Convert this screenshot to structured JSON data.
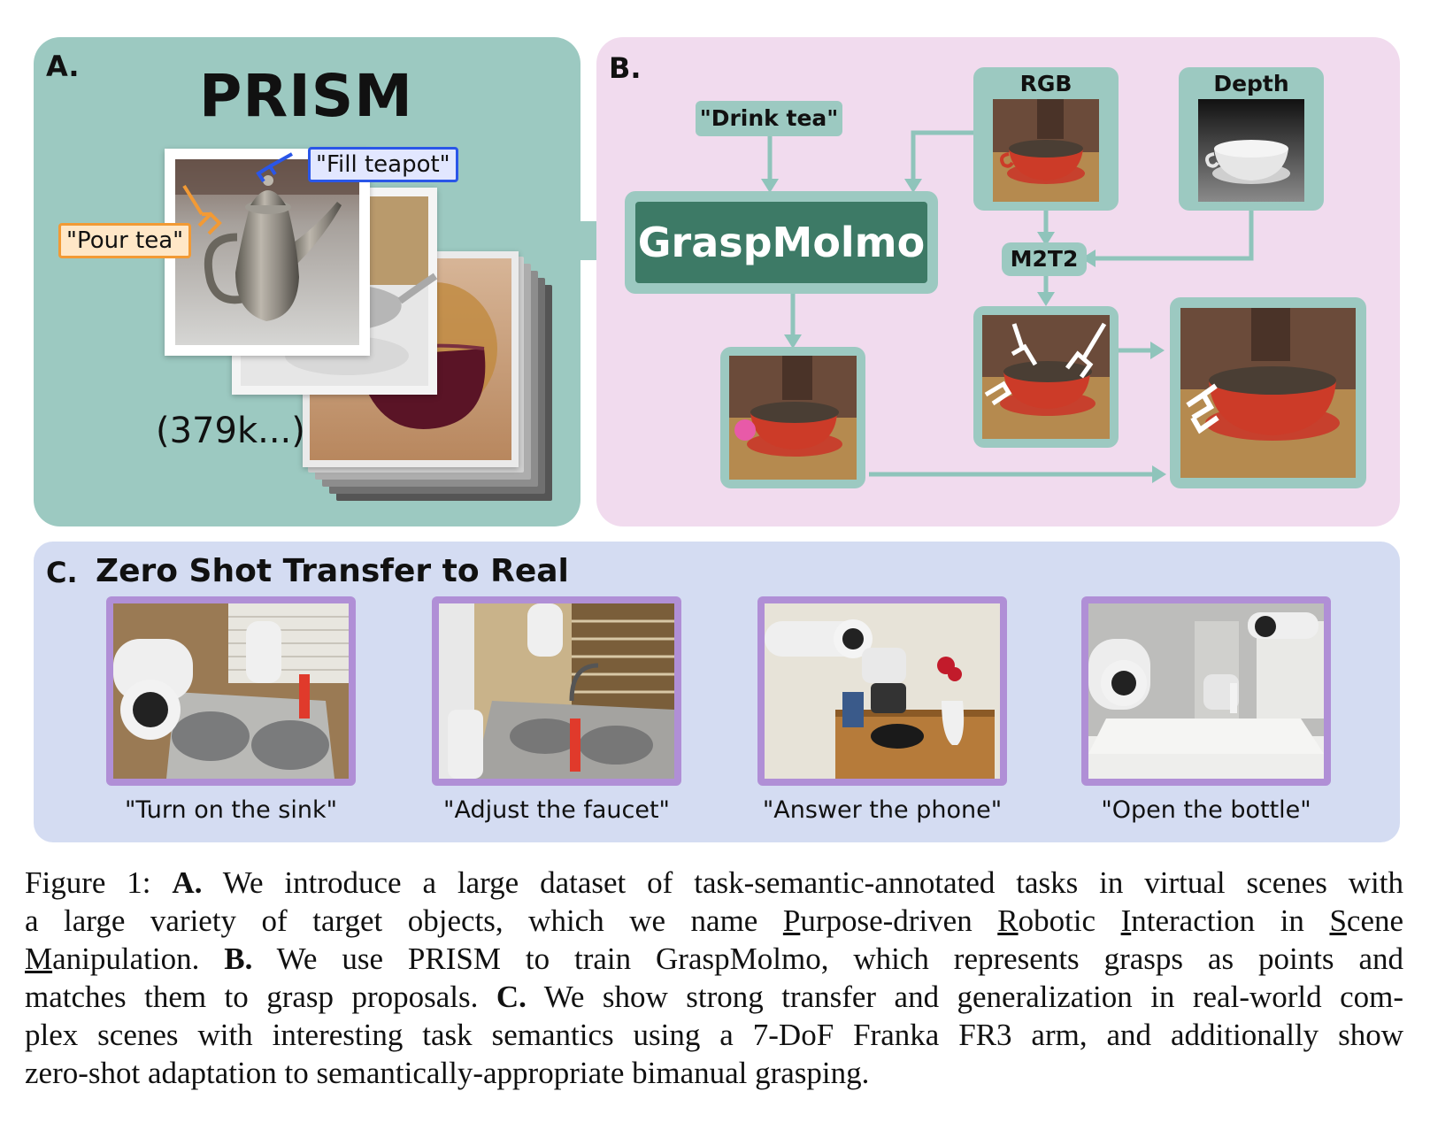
{
  "panel_a": {
    "letter": "A.",
    "title": "PRISM",
    "tag_fill": "\"Fill teapot\"",
    "tag_pour": "\"Pour tea\"",
    "count": "(379k...)"
  },
  "panel_b": {
    "letter": "B.",
    "prompt": "\"Drink tea\"",
    "rgb": "RGB",
    "depth": "Depth",
    "model": "GraspMolmo",
    "m2t2": "M2T2"
  },
  "panel_c": {
    "letter": "C.",
    "title": "Zero Shot Transfer to Real",
    "tasks": [
      "\"Turn on the sink\"",
      "\"Adjust the faucet\"",
      "\"Answer the phone\"",
      "\"Open the bottle\""
    ]
  },
  "caption": {
    "fig_label": "Figure 1:",
    "a_label": "A.",
    "a_text_1": "We introduce a large dataset of task-semantic-annotated tasks in virtual scenes with",
    "a_text_2a": "a large variety of target objects, which we name",
    "purpose_p": "P",
    "purpose_rest": "urpose-driven",
    "robotic_r": "R",
    "robotic_rest": "obotic",
    "interaction_i": "I",
    "interaction_rest": "nteraction in",
    "scene_s": "S",
    "scene_rest": "cene",
    "manip_m": "M",
    "manip_rest": "anipulation.",
    "b_label": "B.",
    "b_text_1": "We use PRISM to train GraspMolmo, which represents grasps as points and",
    "b_text_2": "matches them to grasp proposals.",
    "c_label": "C.",
    "c_text_1": "We show strong transfer and generalization in real-world com-",
    "c_text_2": "plex scenes with interesting task semantics using a 7-DoF Franka FR3 arm, and additionally show",
    "c_text_3": "zero-shot adaptation to semantically-appropriate bimanual grasping."
  }
}
